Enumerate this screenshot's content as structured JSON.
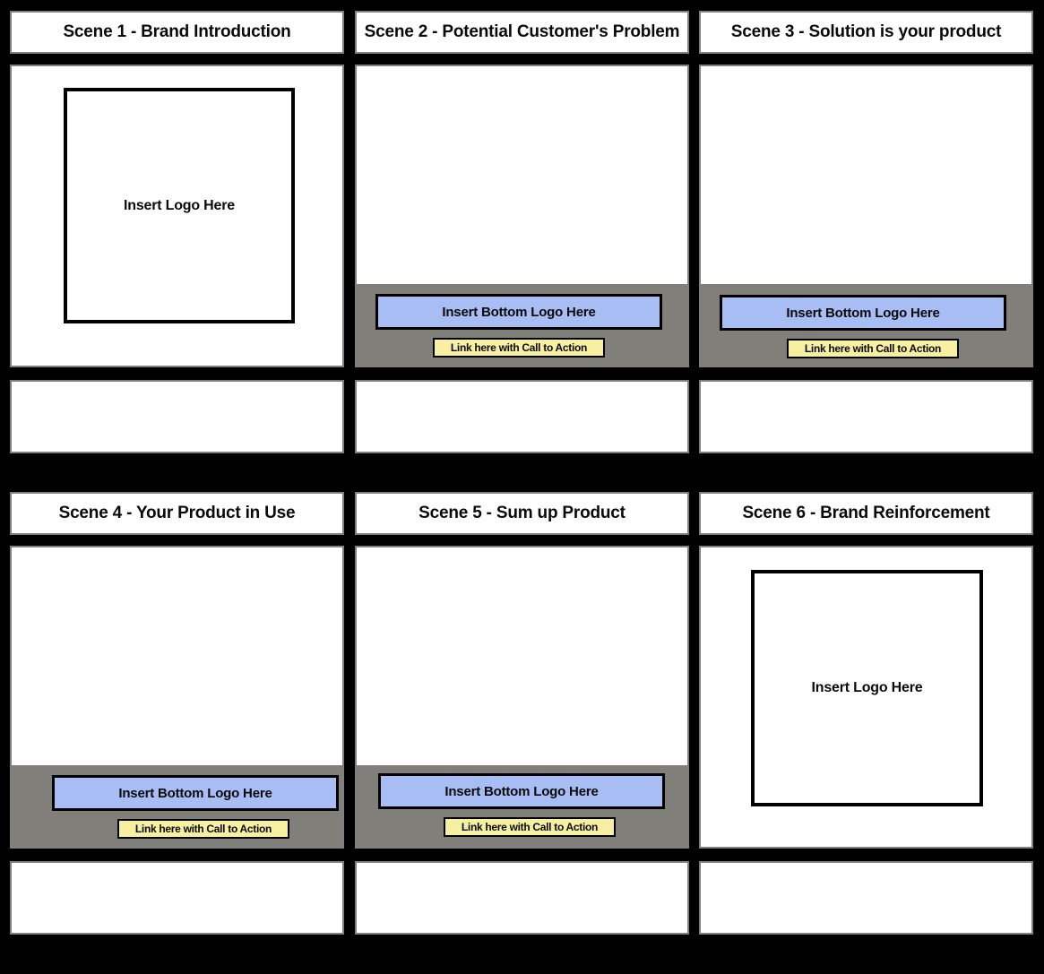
{
  "storyboard": {
    "background_color": "#000000",
    "panel_border_color": "#808080",
    "panel_background": "#ffffff",
    "footer_bar_color": "#817f79",
    "bottom_logo_color": "#a9bdf5",
    "cta_color": "#f7efa1",
    "logo_box_border_color": "#000000",
    "scenes": [
      {
        "id": "scene-1",
        "title": "Scene 1 - Brand Introduction",
        "logo_label": "Insert Logo Here",
        "bottom_logo_label": null,
        "cta_label": null,
        "notes": ""
      },
      {
        "id": "scene-2",
        "title": "Scene 2 - Potential Customer's Problem",
        "logo_label": null,
        "bottom_logo_label": "Insert Bottom Logo Here",
        "cta_label": "Link here with Call to Action",
        "notes": ""
      },
      {
        "id": "scene-3",
        "title": "Scene 3 - Solution is your product",
        "logo_label": null,
        "bottom_logo_label": "Insert Bottom Logo Here",
        "cta_label": "Link here with Call to Action",
        "notes": ""
      },
      {
        "id": "scene-4",
        "title": "Scene 4 - Your Product in Use",
        "logo_label": null,
        "bottom_logo_label": "Insert Bottom Logo Here",
        "cta_label": "Link here with Call to Action",
        "notes": ""
      },
      {
        "id": "scene-5",
        "title": "Scene 5 - Sum up Product",
        "logo_label": null,
        "bottom_logo_label": "Insert Bottom Logo Here",
        "cta_label": "Link here with Call to Action",
        "notes": ""
      },
      {
        "id": "scene-6",
        "title": "Scene 6 - Brand Reinforcement",
        "logo_label": "Insert Logo Here",
        "bottom_logo_label": null,
        "cta_label": null,
        "notes": ""
      }
    ]
  }
}
